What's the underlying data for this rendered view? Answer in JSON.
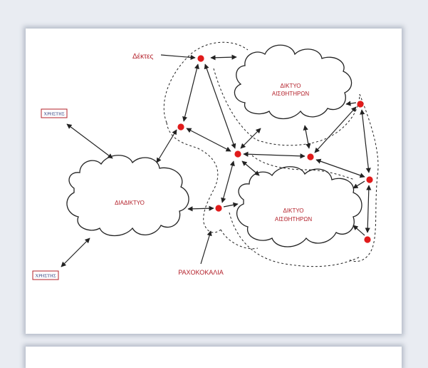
{
  "labels": {
    "receivers": "Δέκτες",
    "sensor_network_top_line1": "ΔΙΚΤΥΟ",
    "sensor_network_top_line2": "ΑΙΣΘΗΤΗΡΩΝ",
    "sensor_network_bottom_line1": "ΔΙΚΤΥΟ",
    "sensor_network_bottom_line2": "ΑΙΣΘΗΤΗΡΩΝ",
    "internet": "ΔΙΑΔΙΚΤΥΟ",
    "backbone": "ΡΑΧΟΚΟΚΑΛΙΑ",
    "user_top": "ΧΡΗΣΤΗΣ",
    "user_bottom": "ΧΡΗΣΤΗΣ"
  },
  "colors": {
    "node": "#e01b1b",
    "label_red": "#b3202a",
    "label_user": "#1f2f74"
  }
}
